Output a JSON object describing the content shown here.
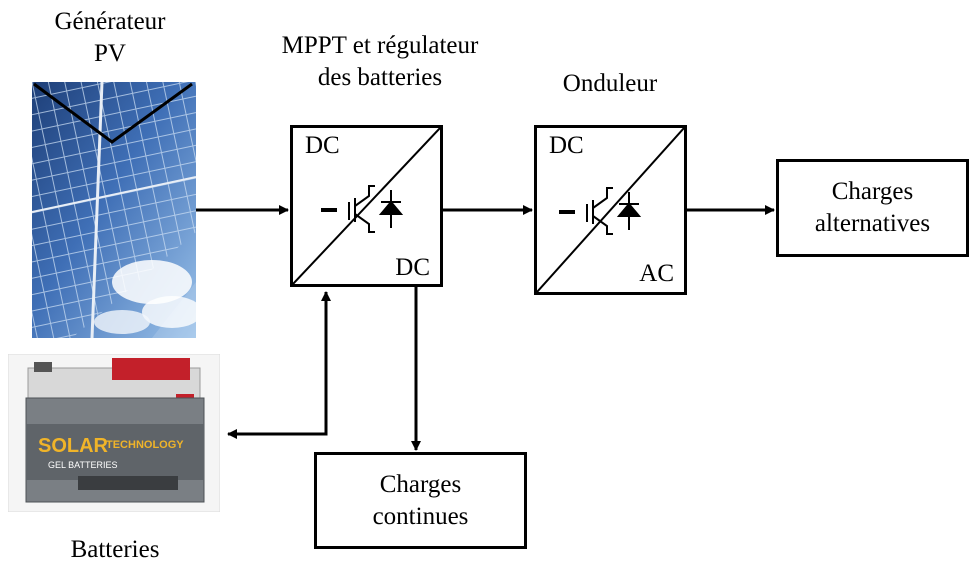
{
  "labels": {
    "pv_generator": [
      "Générateur",
      "PV"
    ],
    "mppt": [
      "MPPT et régulateur",
      "des batteries"
    ],
    "inverter": "Onduleur",
    "batteries": "Batteries"
  },
  "converters": {
    "mppt": {
      "top_left": "DC",
      "bottom_right": "DC"
    },
    "inverter": {
      "top_left": "DC",
      "bottom_right": "AC"
    }
  },
  "loads": {
    "ac": [
      "Charges",
      "alternatives"
    ],
    "dc": [
      "Charges",
      "continues"
    ]
  },
  "battery_image": {
    "brand": "SOLAR TECHNOLOGY",
    "subtitle": "GEL BATTERIES"
  },
  "colors": {
    "line": "#000000",
    "sky_blue": "#3f6fb6",
    "battery_body": "#7a7f84",
    "battery_lid": "#d8d8d8",
    "battery_label_red": "#c3202a"
  }
}
